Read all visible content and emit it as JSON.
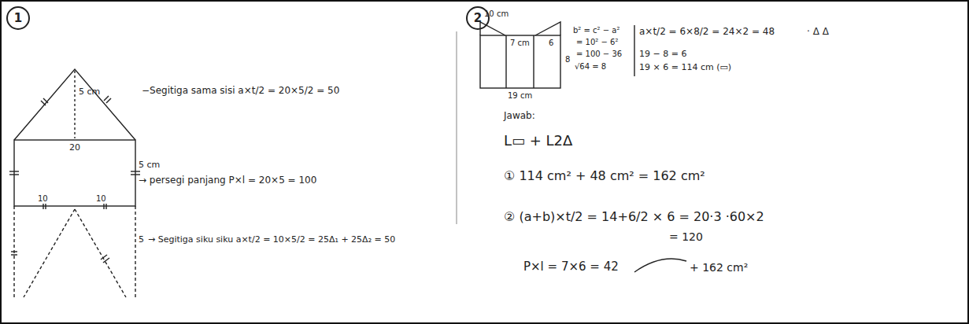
{
  "diagram": {
    "nodes": [
      {
        "text": [
          "1"
        ]
      },
      {
        "text": [
          "2"
        ]
      }
    ],
    "labels": [
      "5 cm",
      "−Segitiga sama sisi  a×t/2 = 20×5/2 = 50",
      "20",
      "5 cm",
      "→ persegi panjang  P×l = 20×5 = 100",
      "10",
      "10",
      "5",
      "→ Segitiga siku siku  a×t/2 = 10×5/2 = 25Δ₁ + 25Δ₂ = 50",
      "10 cm",
      "7 cm",
      "6",
      "8",
      "19 cm",
      "b² = c² − a²",
      "= 10² − 6²",
      "= 100 − 36",
      "√64 = 8",
      "a×t/2 = 6×8/2 = 24×2 = 48",
      "· Δ Δ",
      "19 − 8 = 6",
      "19 × 6 = 114 cm (▭)",
      "Jawab:",
      "L▭ + L2Δ",
      "① 114 cm² + 48 cm² = 162 cm²",
      "② (a+b)×t/2 = 14+6/2 × 6 = 20·3 ·60×2",
      "= 120",
      "P×l = 7×6 = 42",
      "+ 162 cm²"
    ]
  }
}
